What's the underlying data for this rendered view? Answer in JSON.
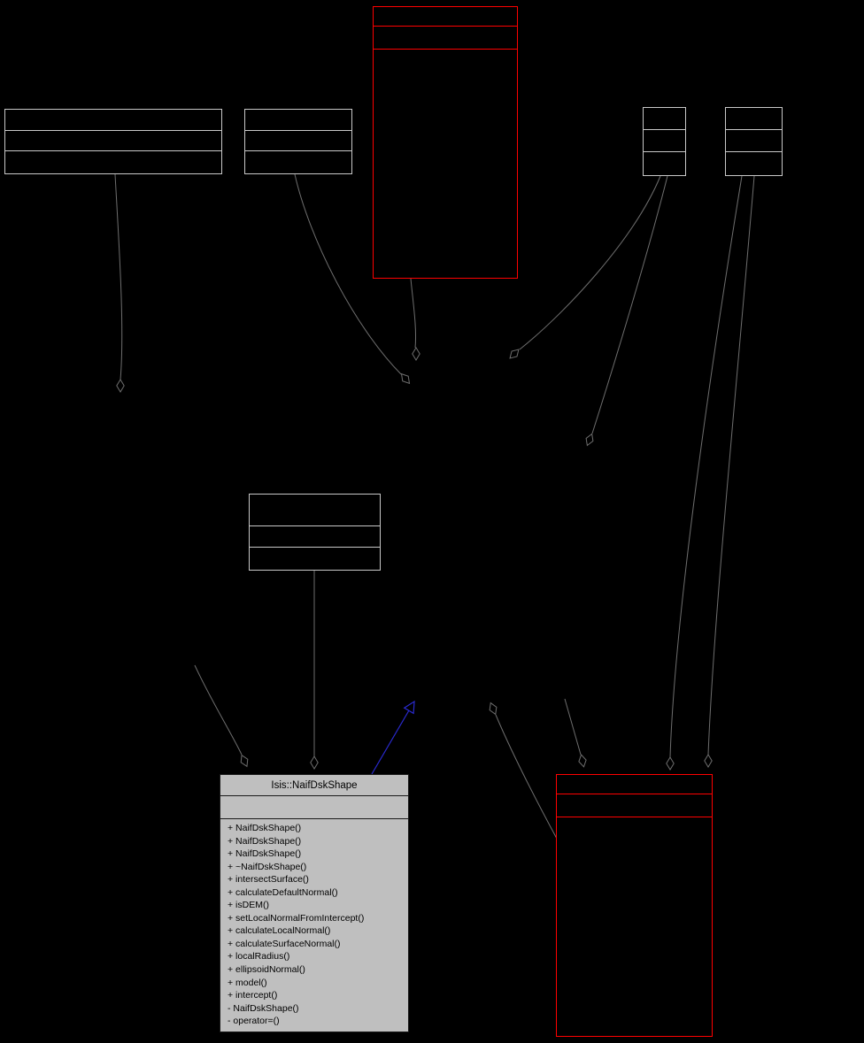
{
  "diagram": {
    "type": "uml-collaboration-graph",
    "main_class": {
      "title": "Isis::NaifDskShape",
      "attributes": "",
      "methods": [
        "+ NaifDskShape()",
        "+ NaifDskShape()",
        "+ NaifDskShape()",
        "+ ~NaifDskShape()",
        "+ intersectSurface()",
        "+ calculateDefaultNormal()",
        "+ isDEM()",
        "+ setLocalNormalFromIntercept()",
        "+ calculateLocalNormal()",
        "+ calculateSurfaceNormal()",
        "+ localRadius()",
        "+ ellipsoidNormal()",
        "+ model()",
        "+ intercept()",
        "- NaifDskShape()",
        "- operator=()"
      ]
    },
    "colors": {
      "node_fill": "#bfbfbf",
      "node_border_gray": "#c8c8c8",
      "node_border_red": "#ff0000",
      "edge_gray": "#6e6e6e",
      "edge_blue": "#2a2ad0",
      "text": "#000000"
    }
  }
}
